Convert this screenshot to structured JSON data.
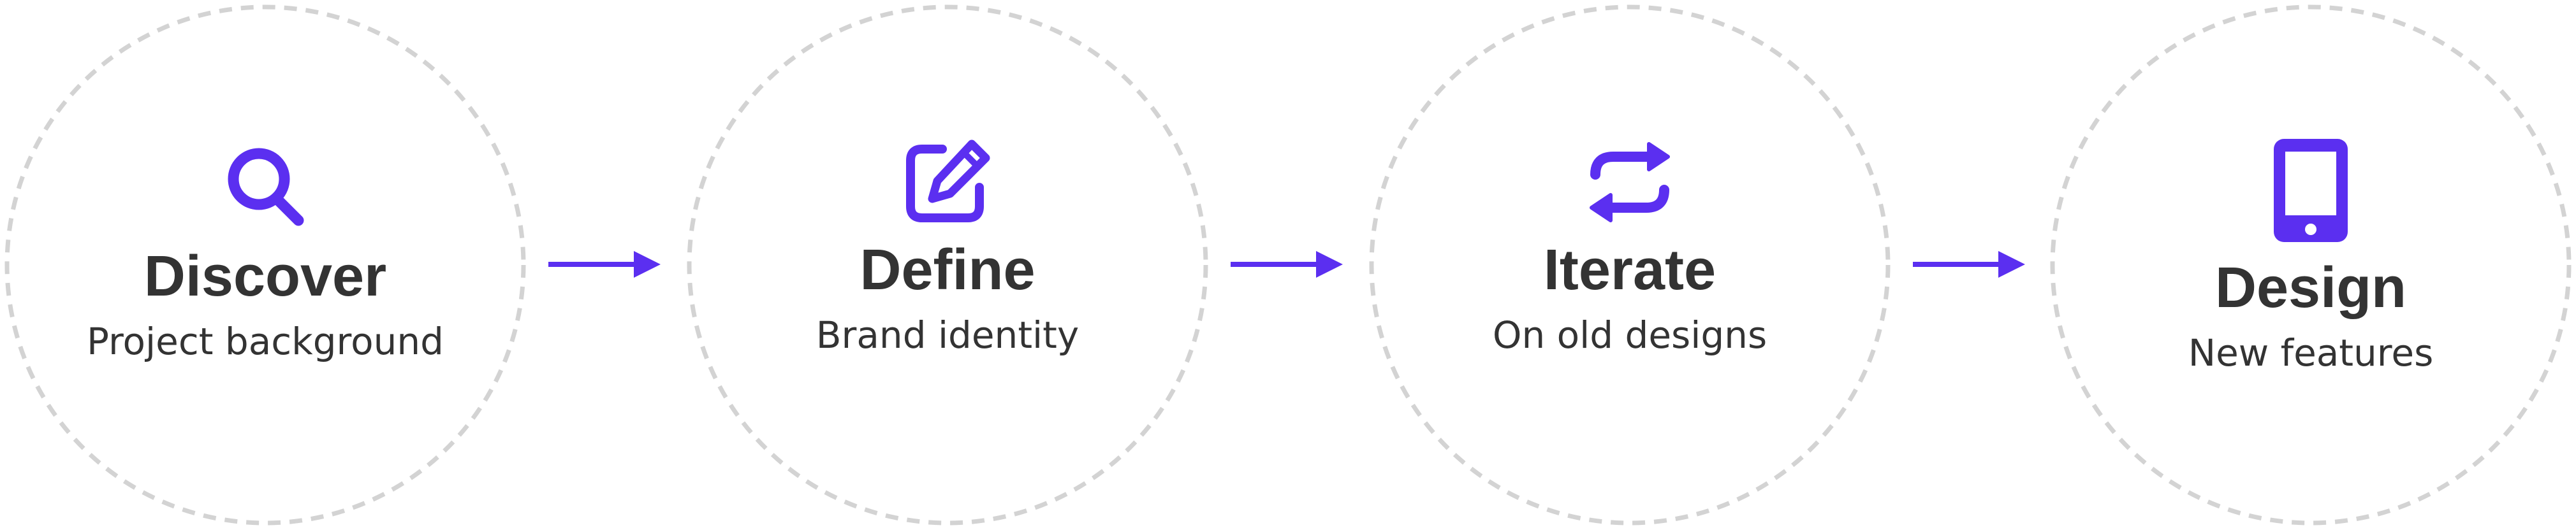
{
  "accent_color": "#5b2ff0",
  "ring_color": "#d3d3d3",
  "text_color": "#333333",
  "steps": [
    {
      "title": "Discover",
      "subtitle": "Project background",
      "icon": "search-icon"
    },
    {
      "title": "Define",
      "subtitle": "Brand identity",
      "icon": "edit-icon"
    },
    {
      "title": "Iterate",
      "subtitle": "On old designs",
      "icon": "repeat-icon"
    },
    {
      "title": "Design",
      "subtitle": "New features",
      "icon": "tablet-icon"
    }
  ]
}
